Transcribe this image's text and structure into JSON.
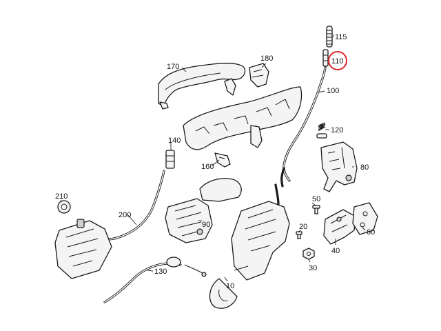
{
  "callouts": {
    "c115": "115",
    "c110": "110",
    "c100": "100",
    "c120": "120",
    "c80": "80",
    "c170": "170",
    "c180": "180",
    "c140": "140",
    "c160": "160",
    "c210": "210",
    "c200": "200",
    "c90": "90",
    "c50": "50",
    "c20": "20",
    "c30": "30",
    "c10": "10",
    "c40": "40",
    "c60": "60",
    "c130": "130"
  },
  "highlighted_callout": "110",
  "colors": {
    "highlight": "#e0262b",
    "line": "#1a1a1a",
    "background": "#ffffff"
  }
}
